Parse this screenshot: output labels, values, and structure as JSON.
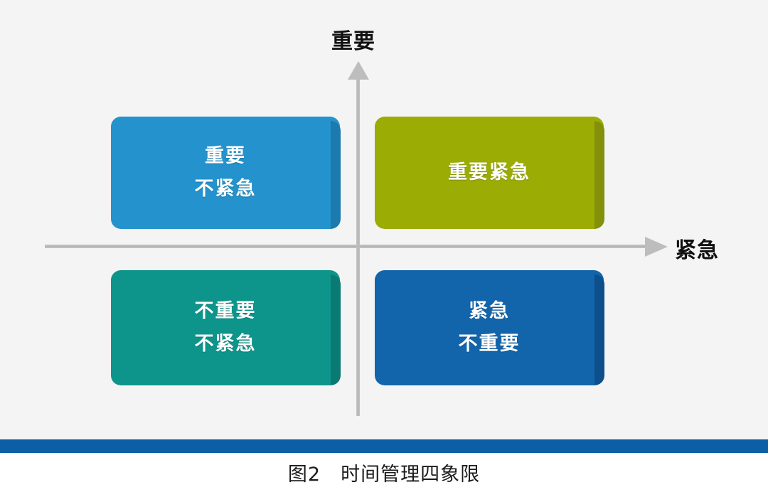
{
  "figure": {
    "type": "quadrant-matrix",
    "caption": "图2　时间管理四象限",
    "accent_color": "#0c5fa4",
    "background_color": "#f4f4f4"
  },
  "axes": {
    "vertical": {
      "label": "重要",
      "direction": "up",
      "color": "#bdbdbd"
    },
    "horizontal": {
      "label": "紧急",
      "direction": "right",
      "color": "#bdbdbd"
    }
  },
  "quadrants": [
    {
      "id": "important-not-urgent",
      "position": "top-left",
      "lines": [
        "重要",
        "不紧急"
      ],
      "color": "#2492cc",
      "shade_color": "#1c7aae",
      "text_color": "#ffffff"
    },
    {
      "id": "important-urgent",
      "position": "top-right",
      "lines": [
        "重要紧急"
      ],
      "color": "#9bac05",
      "shade_color": "#82900a",
      "text_color": "#ffffff"
    },
    {
      "id": "not-important-not-urgent",
      "position": "bottom-left",
      "lines": [
        "不重要",
        "不紧急"
      ],
      "color": "#0d958c",
      "shade_color": "#0a7a73",
      "text_color": "#ffffff"
    },
    {
      "id": "urgent-not-important",
      "position": "bottom-right",
      "lines": [
        "紧急",
        "不重要"
      ],
      "color": "#1365ab",
      "shade_color": "#0d4f8a",
      "text_color": "#ffffff"
    }
  ]
}
